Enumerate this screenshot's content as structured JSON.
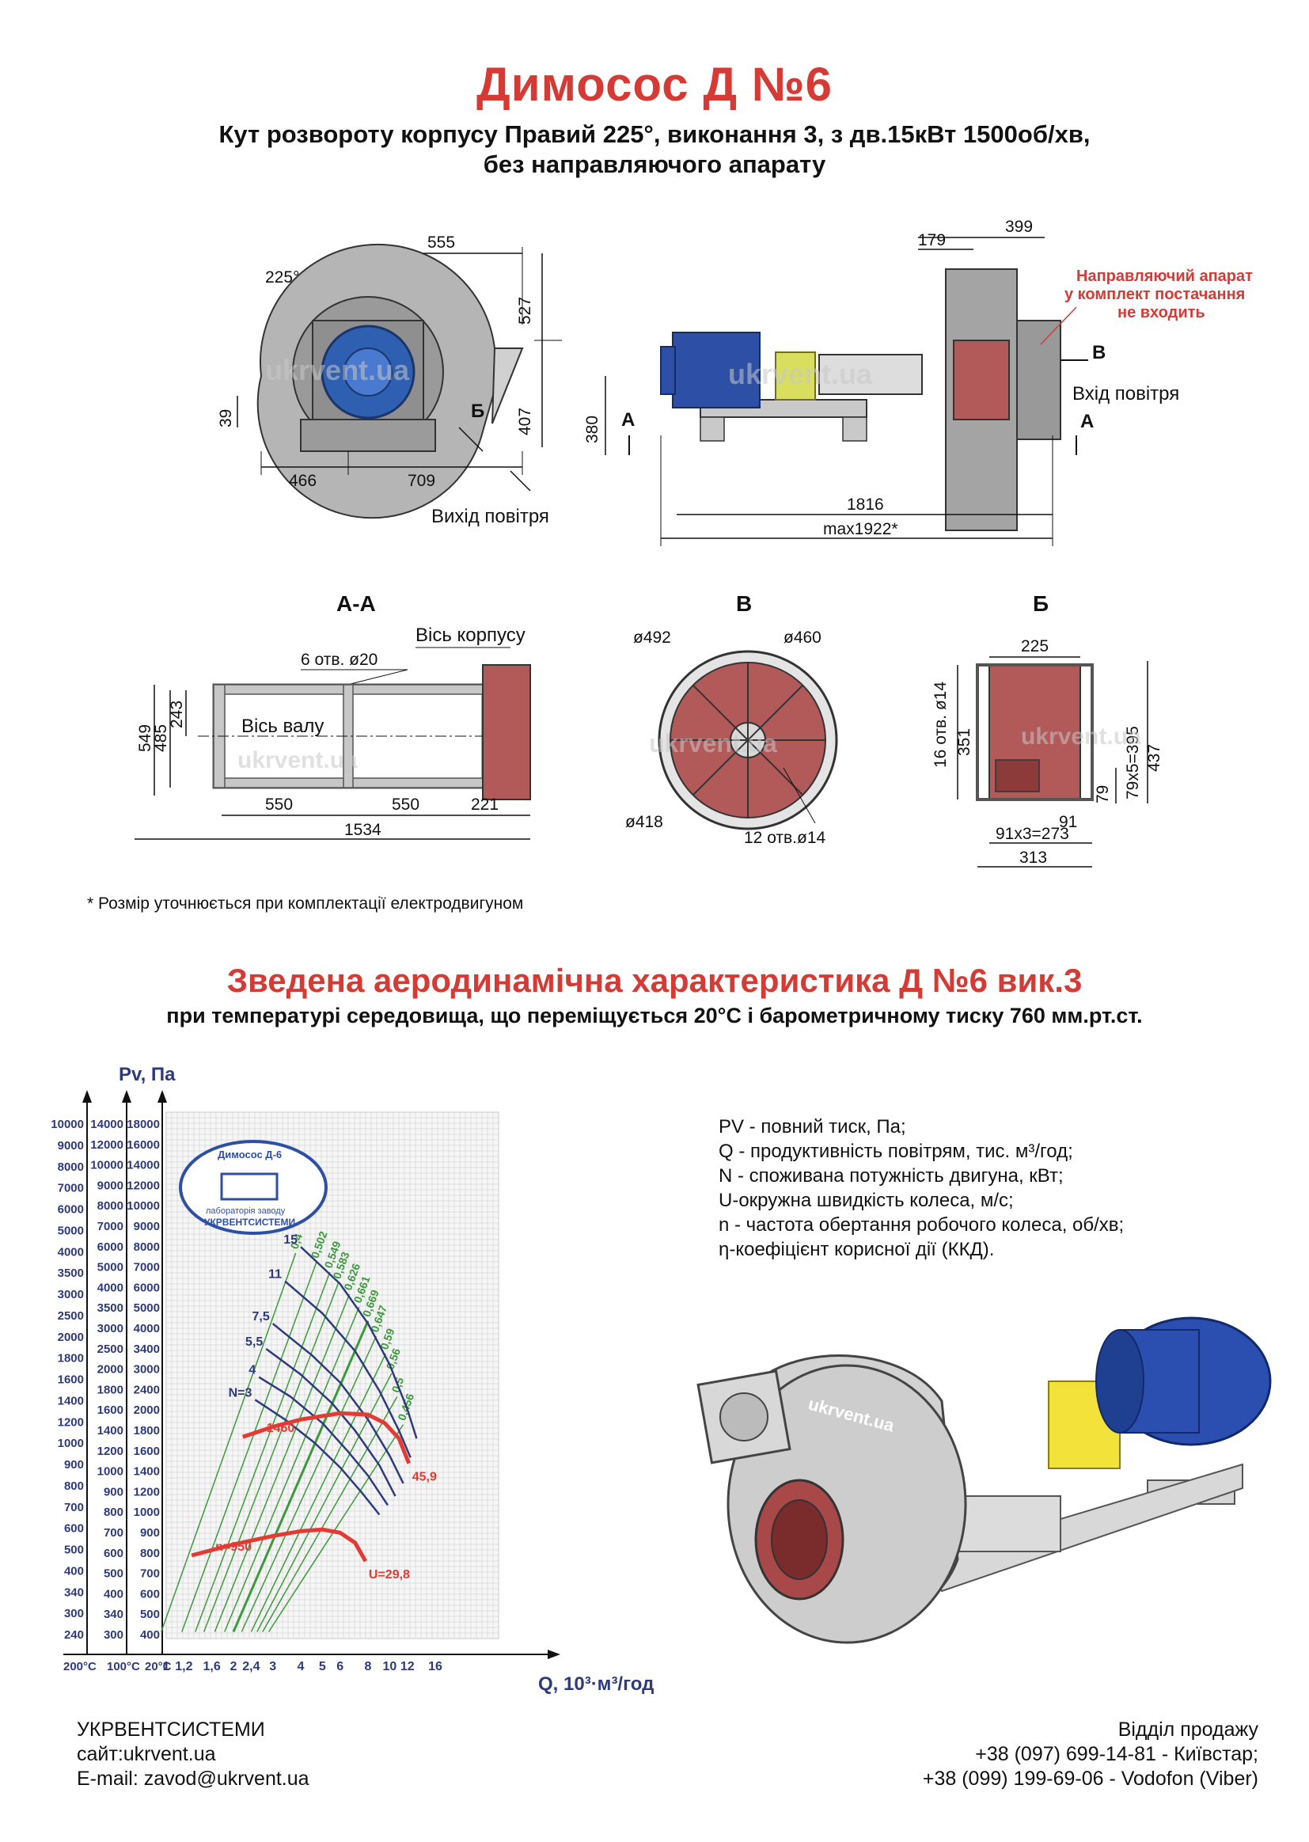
{
  "header": {
    "title": "Димосос Д №6",
    "subtitle_line1": "Кут розвороту корпусу Правий 225°, виконання 3, з дв.15кВт 1500об/хв,",
    "subtitle_line2": "без направляючого апарату"
  },
  "drawing_front": {
    "dim_555": "555",
    "angle_225": "225°",
    "dim_527": "527",
    "dim_39": "39",
    "dim_407": "407",
    "dim_466": "466",
    "dim_709": "709",
    "label_b": "Б",
    "outlet": "Вихід повітря",
    "watermark": "ukrvent.ua"
  },
  "drawing_side": {
    "dim_179": "179",
    "dim_399": "399",
    "dim_380": "380",
    "dim_1816": "1816",
    "dim_max": "max1922*",
    "label_a1": "А",
    "label_a2": "А",
    "label_b": "В",
    "inlet": "Вхід повітря",
    "warn1": "Направляючий апарат",
    "warn2": "у комплект постачання",
    "warn3": "не входить",
    "watermark": "ukrvent.ua"
  },
  "section_aa": {
    "title": "А-А",
    "axis_body": "Вісь корпусу",
    "holes": "6 отв. ø20",
    "axis_shaft": "Вісь валу",
    "dim_549": "549",
    "dim_485": "485",
    "dim_243": "243",
    "dim_550a": "550",
    "dim_550b": "550",
    "dim_221": "221",
    "dim_1534": "1534",
    "watermark": "ukrvent.ua"
  },
  "section_b_view": {
    "title": "В",
    "d492": "ø492",
    "d460": "ø460",
    "d418": "ø418",
    "holes": "12 отв.ø14",
    "watermark": "ukrvent.ua"
  },
  "section_b_flange": {
    "title": "Б",
    "dim_225": "225",
    "holes": "16 отв. ø14",
    "dim_351": "351",
    "dim_79x5": "79x5=395",
    "dim_437": "437",
    "dim_79": "79",
    "dim_91": "91",
    "dim_91x3": "91x3=273",
    "dim_313": "313",
    "watermark": "ukrvent.ua"
  },
  "footnote": "* Розмір уточнюється при комплектації електродвигуном",
  "aero": {
    "title": "Зведена аеродинамічна характеристика Д №6 вик.3",
    "subtitle": "при температурі середовища, що переміщується 20°С і барометричному тиску 760 мм.рт.ст."
  },
  "chart_data": {
    "type": "line",
    "title": "",
    "xlabel": "Q, 10³·м³/год",
    "ylabel": "Pv, Па",
    "x_scale": "log",
    "y_scale": "log",
    "x_ticks": [
      "1",
      "1,2",
      "1,6",
      "2",
      "2,4",
      "3",
      "4",
      "5",
      "6",
      "8",
      "10",
      "12",
      "16"
    ],
    "x_temp_labels": [
      "200°C",
      "100°C",
      "20°C"
    ],
    "y_axis_200C": [
      "10000",
      "9000",
      "8000",
      "7000",
      "6000",
      "5000",
      "4000",
      "3500",
      "3000",
      "2500",
      "2000",
      "1800",
      "1600",
      "1400",
      "1200",
      "1000",
      "900",
      "800",
      "700",
      "600",
      "500",
      "400",
      "340",
      "300",
      "240"
    ],
    "y_axis_100C": [
      "14000",
      "12000",
      "10000",
      "9000",
      "8000",
      "7000",
      "6000",
      "5000",
      "4000",
      "3500",
      "3000",
      "2500",
      "2000",
      "1800",
      "1600",
      "1400",
      "1200",
      "1000",
      "900",
      "800",
      "700",
      "600",
      "500",
      "400",
      "340",
      "300"
    ],
    "y_axis_20C": [
      "18000",
      "16000",
      "14000",
      "12000",
      "10000",
      "9000",
      "8000",
      "7000",
      "6000",
      "5000",
      "4000",
      "3400",
      "3000",
      "2400",
      "2000",
      "1800",
      "1600",
      "1400",
      "1200",
      "1000",
      "900",
      "800",
      "700",
      "600",
      "500",
      "400"
    ],
    "efficiency_labels": [
      "0,4",
      "0,502",
      "0,549",
      "0,583",
      "0,626",
      "0,661",
      "0,669",
      "0,647",
      "0,59",
      "0,56",
      "0,5",
      "0,456"
    ],
    "power_labels": [
      "15",
      "11",
      "7,5",
      "5,5",
      "4",
      "N=3"
    ],
    "speed_curves": [
      {
        "name": "1460",
        "label": "1460",
        "u_label": "45,9",
        "points": [
          [
            2.2,
            1720
          ],
          [
            3,
            1850
          ],
          [
            4,
            1950
          ],
          [
            5,
            2000
          ],
          [
            6,
            2040
          ],
          [
            8,
            2020
          ],
          [
            9.5,
            1900
          ],
          [
            11,
            1700
          ],
          [
            12.2,
            1420
          ]
        ]
      },
      {
        "name": "n=950",
        "label": "n=950",
        "u_label": "U=29,8",
        "points": [
          [
            1.3,
            730
          ],
          [
            2,
            790
          ],
          [
            3,
            840
          ],
          [
            4,
            870
          ],
          [
            5,
            880
          ],
          [
            6,
            860
          ],
          [
            7,
            800
          ],
          [
            7.8,
            700
          ]
        ]
      }
    ],
    "power_curves": [
      {
        "name": "15",
        "points": [
          [
            4,
            6800
          ],
          [
            6,
            5200
          ],
          [
            8,
            3900
          ],
          [
            10,
            2900
          ],
          [
            12,
            2100
          ],
          [
            13.2,
            1700
          ]
        ]
      },
      {
        "name": "11",
        "points": [
          [
            3.4,
            5300
          ],
          [
            5,
            4200
          ],
          [
            7,
            3200
          ],
          [
            9,
            2400
          ],
          [
            11,
            1800
          ],
          [
            12.4,
            1480
          ]
        ]
      },
      {
        "name": "7,5",
        "points": [
          [
            3,
            3900
          ],
          [
            4.5,
            3100
          ],
          [
            6,
            2550
          ],
          [
            8,
            1950
          ],
          [
            10,
            1500
          ],
          [
            11.5,
            1230
          ]
        ]
      },
      {
        "name": "5,5",
        "points": [
          [
            2.8,
            3250
          ],
          [
            4,
            2700
          ],
          [
            5.5,
            2200
          ],
          [
            7,
            1800
          ],
          [
            9,
            1400
          ],
          [
            10.6,
            1120
          ]
        ]
      },
      {
        "name": "4",
        "points": [
          [
            2.6,
            2650
          ],
          [
            3.6,
            2300
          ],
          [
            5,
            1900
          ],
          [
            6.5,
            1550
          ],
          [
            8,
            1300
          ],
          [
            9.8,
            1050
          ]
        ]
      },
      {
        "name": "N=3",
        "points": [
          [
            2.5,
            2250
          ],
          [
            3.4,
            1950
          ],
          [
            4.6,
            1650
          ],
          [
            6,
            1380
          ],
          [
            7.5,
            1150
          ],
          [
            9,
            980
          ]
        ]
      }
    ],
    "efficiency_rays_slope": 2.0,
    "legend_placement": "none",
    "grid": true,
    "colors": {
      "speed": "#e33b33",
      "power": "#2d3a7c",
      "efficiency": "#3c9a3c",
      "axes": "#111111",
      "grid": "#c9c9c9"
    },
    "logo": {
      "top": "Димосос Д-6",
      "mid": "лабораторія заводу",
      "bottom": "УКРВЕНТСИСТЕМИ"
    }
  },
  "legend": {
    "pv": "PV - повний тиск, Па;",
    "q": "Q - продуктивність повітрям, тис. м³/год;",
    "n": "N - споживана потужність двигуна, кВт;",
    "u": "U-окружна швидкість колеса, м/с;",
    "rpm": "n - частота обертання робочого колеса, об/хв;",
    "eta": "η-коефіцієнт корисної дії (ККД)."
  },
  "render_watermark": "ukrvent.ua",
  "footer": {
    "company": "УКРВЕНТСИСТЕМИ",
    "site": "сайт:ukrvent.ua",
    "email": "E-mail: zavod@ukrvent.ua",
    "dept": "Відділ продажу",
    "phone1": "+38 (097) 699-14-81 - Київстар;",
    "phone2": "+38 (099) 199-69-06 - Vodofon (Viber)"
  }
}
